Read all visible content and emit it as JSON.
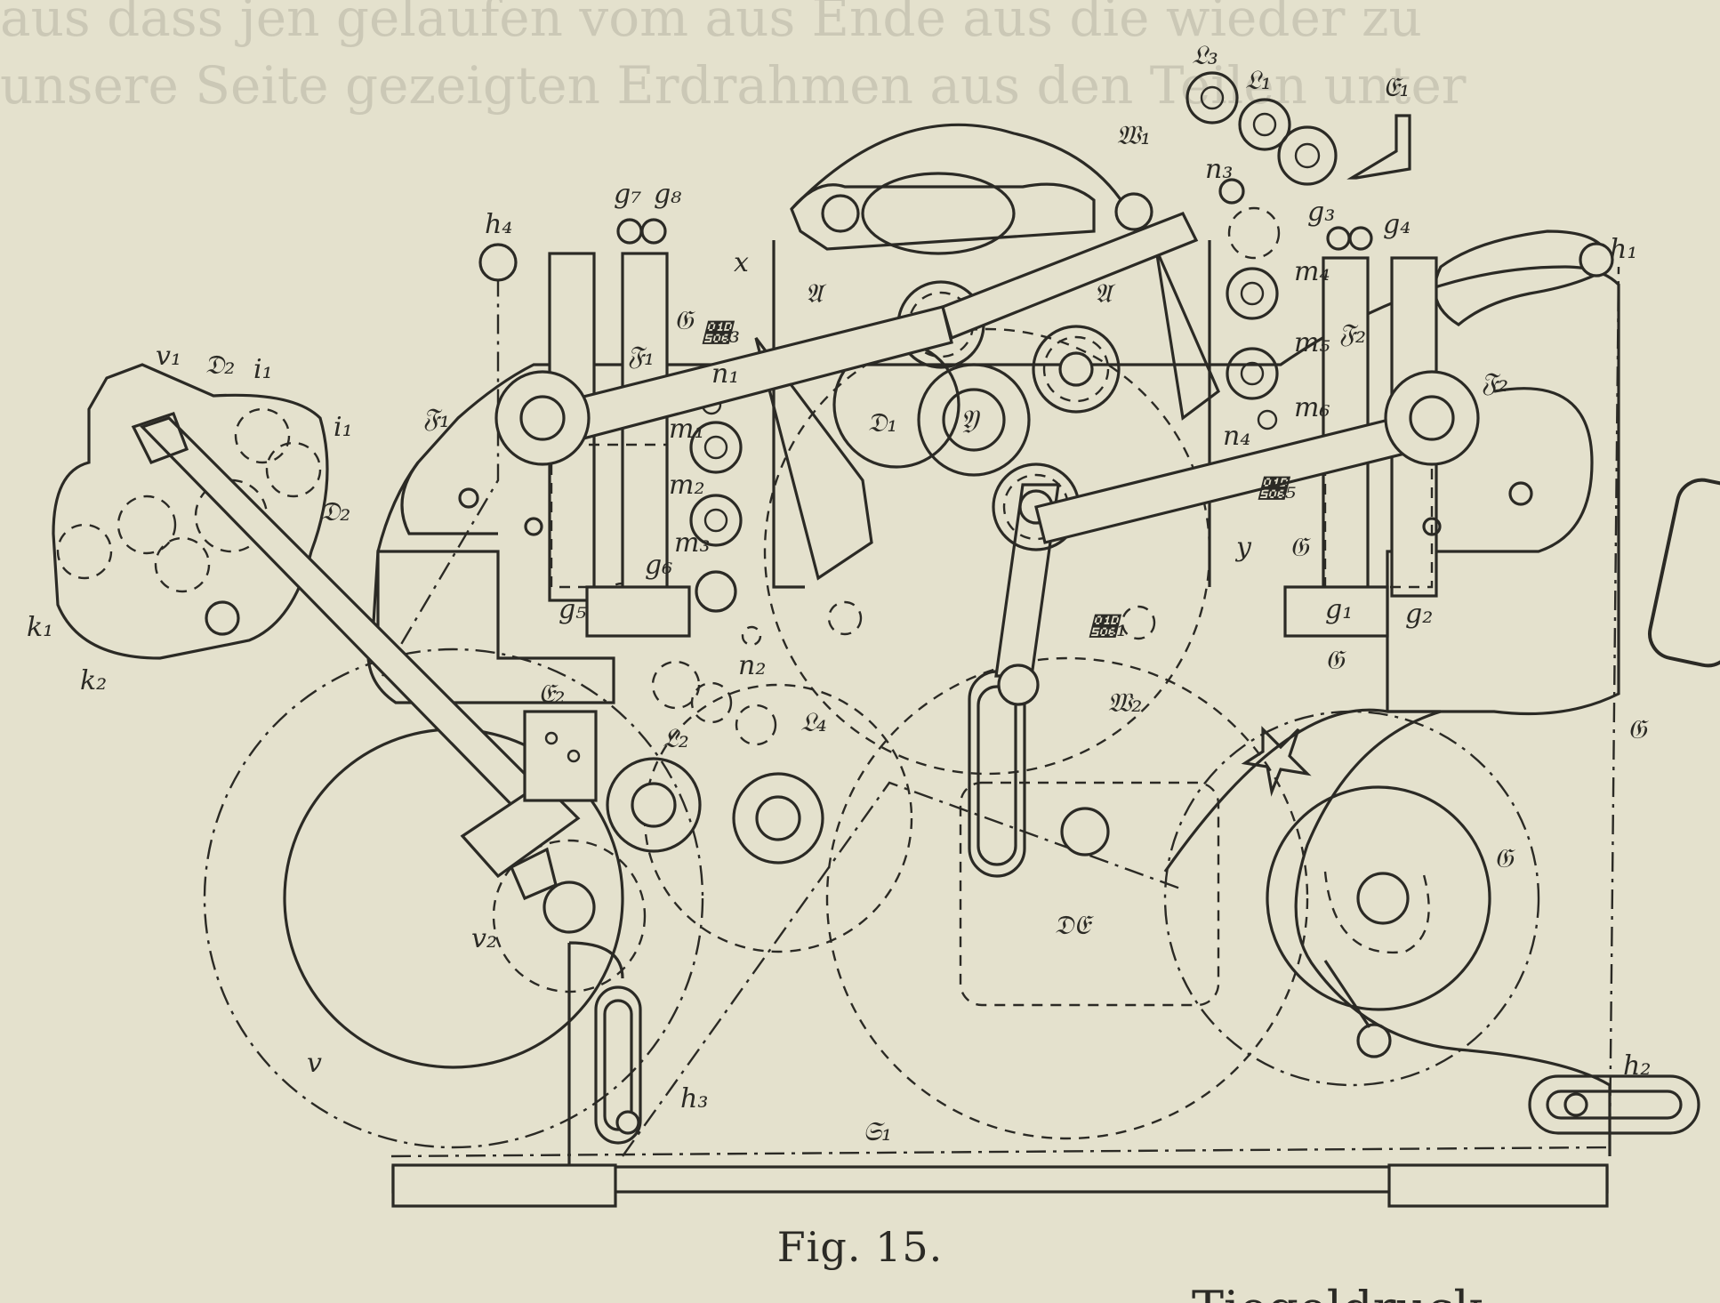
{
  "caption": "Fig. 15.",
  "show_through_text": [
    "aus dass jen gelaufen vom aus Ende aus die wieder zu",
    "unsere Seite gezeigten Erdrahmen aus den Teilen unter"
  ],
  "bottom_text": "Tiegeldruck",
  "labels": [
    {
      "id": "L3",
      "text": "𝔏₃"
    },
    {
      "id": "L1",
      "text": "𝔏₁"
    },
    {
      "id": "E1",
      "text": "𝔈₁"
    },
    {
      "id": "W1",
      "text": "𝔚₁"
    },
    {
      "id": "n3",
      "text": "n₃"
    },
    {
      "id": "g3",
      "text": "g₃"
    },
    {
      "id": "g4",
      "text": "g₄"
    },
    {
      "id": "h1",
      "text": "h₁"
    },
    {
      "id": "g7",
      "text": "g₇"
    },
    {
      "id": "g8",
      "text": "g₈"
    },
    {
      "id": "h4",
      "text": "h₄"
    },
    {
      "id": "x",
      "text": "x"
    },
    {
      "id": "A_left",
      "text": "𝔄"
    },
    {
      "id": "A_right",
      "text": "𝔄"
    },
    {
      "id": "m4",
      "text": "m₄"
    },
    {
      "id": "m5",
      "text": "m₅"
    },
    {
      "id": "F2_top",
      "text": "𝔉₂"
    },
    {
      "id": "G_left",
      "text": "𝔊"
    },
    {
      "id": "C3",
      "text": "𝔆₃"
    },
    {
      "id": "F1_top",
      "text": "𝔉₁"
    },
    {
      "id": "n1",
      "text": "n₁"
    },
    {
      "id": "D1",
      "text": "𝔇₁"
    },
    {
      "id": "Z",
      "text": "𝔜"
    },
    {
      "id": "m6",
      "text": "m₆"
    },
    {
      "id": "n4",
      "text": "n₄"
    },
    {
      "id": "F2_right",
      "text": "𝔉₂"
    },
    {
      "id": "v1",
      "text": "v₁"
    },
    {
      "id": "D2_a",
      "text": "𝔇₂"
    },
    {
      "id": "i1_a",
      "text": "i₁"
    },
    {
      "id": "i1_b",
      "text": "i₁"
    },
    {
      "id": "F1_left",
      "text": "𝔉₁"
    },
    {
      "id": "D2_b",
      "text": "𝔇₂"
    },
    {
      "id": "m1",
      "text": "m₁"
    },
    {
      "id": "m2",
      "text": "m₂"
    },
    {
      "id": "m3",
      "text": "m₃"
    },
    {
      "id": "C5",
      "text": "𝔆₅"
    },
    {
      "id": "y",
      "text": "y"
    },
    {
      "id": "G_mid",
      "text": "𝔊"
    },
    {
      "id": "g6",
      "text": "g₆"
    },
    {
      "id": "g5",
      "text": "g₅"
    },
    {
      "id": "g1",
      "text": "g₁"
    },
    {
      "id": "g2",
      "text": "g₂"
    },
    {
      "id": "k1",
      "text": "k₁"
    },
    {
      "id": "k2",
      "text": "k₂"
    },
    {
      "id": "n2",
      "text": "n₂"
    },
    {
      "id": "C1",
      "text": "𝔆₁"
    },
    {
      "id": "W2",
      "text": "𝔚₂"
    },
    {
      "id": "E2",
      "text": "𝔈₂"
    },
    {
      "id": "L2",
      "text": "𝔏₂"
    },
    {
      "id": "L4",
      "text": "𝔏₄"
    },
    {
      "id": "G_right",
      "text": "𝔊"
    },
    {
      "id": "G_wheel",
      "text": "𝔊"
    },
    {
      "id": "G_lower",
      "text": "𝔊"
    },
    {
      "id": "DE",
      "text": "𝔇𝔈"
    },
    {
      "id": "v2",
      "text": "v₂"
    },
    {
      "id": "V",
      "text": "v"
    },
    {
      "id": "h3",
      "text": "h₃"
    },
    {
      "id": "S1",
      "text": "𝔖₁"
    },
    {
      "id": "h2",
      "text": "h₂"
    }
  ]
}
